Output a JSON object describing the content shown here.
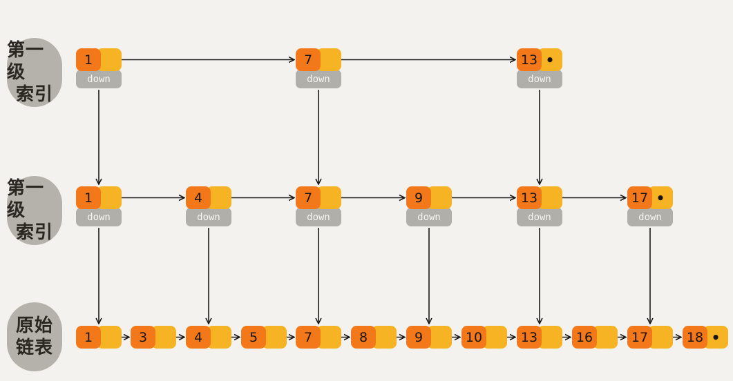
{
  "labels": {
    "level1": [
      "第一级",
      "索引"
    ],
    "level2": [
      "第一级",
      "索引"
    ],
    "base": [
      "原始",
      "链表"
    ]
  },
  "down_label": "down",
  "null_marker": "•",
  "colors": {
    "value_cell": "#f3781a",
    "next_cell": "#f6b323",
    "down_cell": "#b1afa9",
    "label_pill": "#b5b2ab",
    "arrow": "#1a1a1a",
    "background": "#f4f2ee"
  },
  "levels": {
    "level1": [
      "1",
      "7",
      "13"
    ],
    "level2": [
      "1",
      "4",
      "7",
      "9",
      "13",
      "17"
    ],
    "base": [
      "1",
      "3",
      "4",
      "5",
      "7",
      "8",
      "9",
      "10",
      "13",
      "16",
      "17",
      "18"
    ]
  }
}
